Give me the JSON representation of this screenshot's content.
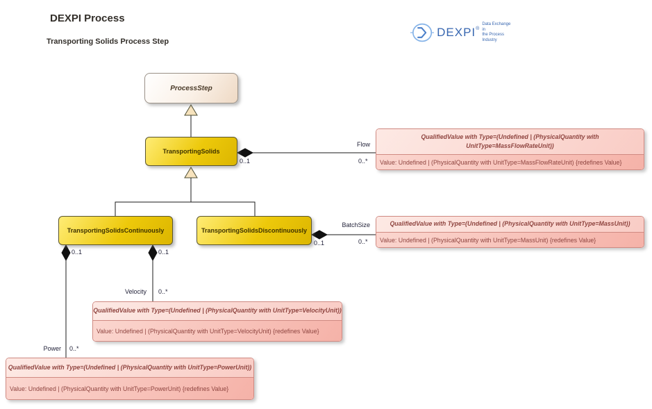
{
  "header": {
    "title": "DEXPI Process",
    "subtitle": "Transporting Solids Process Step"
  },
  "logo": {
    "brand": "DEXPI",
    "registered": "®",
    "tagline_line1": "Data Exchange in",
    "tagline_line2": "the Process Industry"
  },
  "classes": {
    "process_step": {
      "name": "ProcessStep"
    },
    "transporting_solids": {
      "name": "TransportingSolids"
    },
    "continuously": {
      "name": "TransportingSolidsContinuously"
    },
    "discontinuously": {
      "name": "TransportingSolidsDiscontinuously"
    }
  },
  "qualified_values": {
    "flow": {
      "header": "QualifiedValue with Type=(Undefined | (PhysicalQuantity with UnitType=MassFlowRateUnit))",
      "body": "Value: Undefined | (PhysicalQuantity with UnitType=MassFlowRateUnit) {redefines Value}"
    },
    "batch_size": {
      "header": "QualifiedValue with Type=(Undefined | (PhysicalQuantity with UnitType=MassUnit))",
      "body": "Value: Undefined | (PhysicalQuantity with UnitType=MassUnit) {redefines Value}"
    },
    "velocity": {
      "header": "QualifiedValue with Type=(Undefined | (PhysicalQuantity with UnitType=VelocityUnit))",
      "body": "Value: Undefined | (PhysicalQuantity with UnitType=VelocityUnit) {redefines Value}"
    },
    "power": {
      "header": "QualifiedValue with Type=(Undefined | (PhysicalQuantity with UnitType=PowerUnit))",
      "body": "Value: Undefined | (PhysicalQuantity with UnitType=PowerUnit) {redefines Value}"
    }
  },
  "associations": {
    "flow": {
      "name": "Flow",
      "source_mult": "0..1",
      "target_mult": "0..*"
    },
    "batch_size": {
      "name": "BatchSize",
      "source_mult": "0..1",
      "target_mult": "0..*"
    },
    "velocity": {
      "name": "Velocity",
      "source_mult": "0..1",
      "target_mult": "0..*"
    },
    "power": {
      "name": "Power",
      "source_mult": "0..1",
      "target_mult": "0..*"
    }
  },
  "colors": {
    "class_fill": "#edc90b",
    "class_fill_light": "#ffec75",
    "class_fill_dark": "#dcb600",
    "class_border": "#5a5530",
    "qv_border": "#d08a82",
    "qv_header_light": "#fde9e4",
    "qv_header_dark": "#f9ccc5",
    "qv_body_light": "#fbd6cf",
    "qv_body_dark": "#f5b2a8",
    "qv_text": "#8f4540",
    "logo_blue": "#3766b0",
    "line_color": "#1a1a1a"
  }
}
